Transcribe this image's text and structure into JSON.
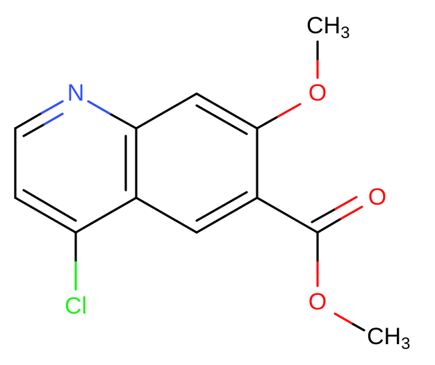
{
  "colors": {
    "carbon": "#000000",
    "nitrogen": "#3050F8",
    "oxygen": "#FF0D0D",
    "chlorine": "#1FF01F"
  },
  "atoms": {
    "N": {
      "symbol": "N",
      "element": "nitrogen"
    },
    "O_ring": {
      "symbol": "O",
      "element": "oxygen"
    },
    "CH3_top": {
      "symbol": "CH",
      "subscript": "3",
      "element": "carbon"
    },
    "O_carbonyl": {
      "symbol": "O",
      "element": "oxygen"
    },
    "O_ester": {
      "symbol": "O",
      "element": "oxygen"
    },
    "CH3_bottom": {
      "symbol": "CH",
      "subscript": "3",
      "element": "carbon"
    },
    "Cl": {
      "symbol": "Cl",
      "element": "chlorine"
    }
  }
}
